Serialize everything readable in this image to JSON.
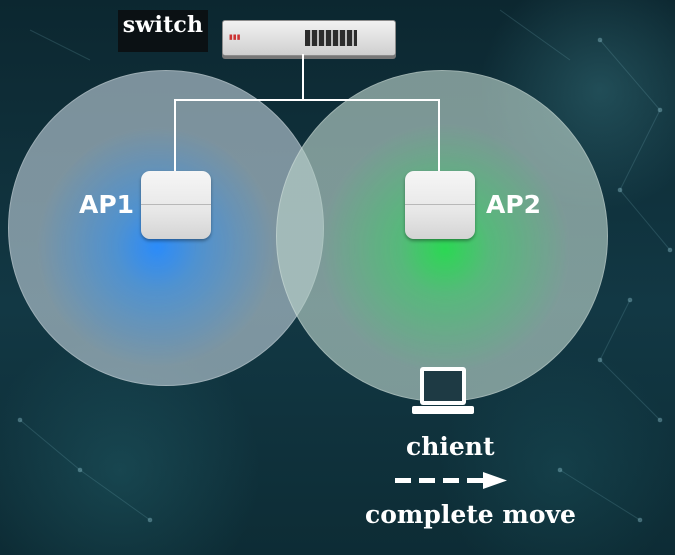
{
  "labels": {
    "switch": "switch",
    "ap1": "AP1",
    "ap2": "AP2",
    "client": "chient",
    "move": "complete move"
  },
  "icons": {
    "switch": "network-switch-icon",
    "access_point": "access-point-icon",
    "laptop": "laptop-icon",
    "arrow": "dashed-arrow-right-icon"
  },
  "colors": {
    "background": "#0f2a33",
    "ap1_signal": "#2b8cff",
    "ap2_signal": "#2bd85a",
    "text": "#ffffff",
    "coverage": "#c8d2d7"
  }
}
